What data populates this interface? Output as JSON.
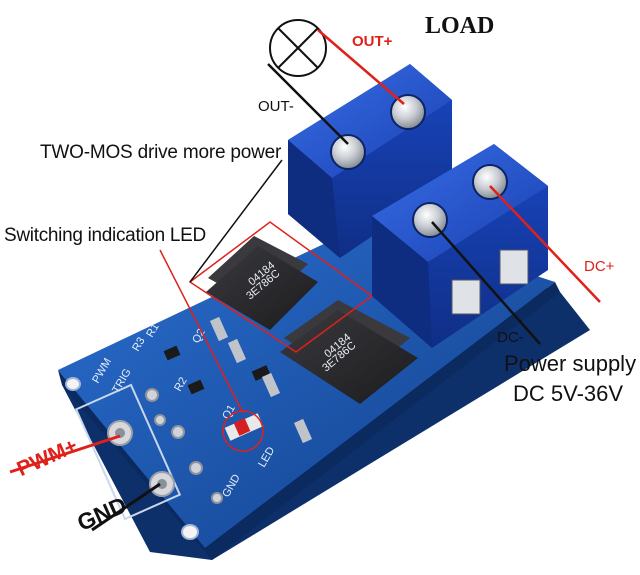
{
  "labels": {
    "load": "LOAD",
    "out_plus": "OUT+",
    "out_minus": "OUT-",
    "two_mos": "TWO-MOS drive more power",
    "switching_led": "Switching indication LED",
    "dc_plus": "DC+",
    "dc_minus": "DC-",
    "power_supply_line1": "Power supply",
    "power_supply_line2": "DC 5V-36V",
    "pwm_plus": "PWM+",
    "gnd": "GND"
  },
  "silkscreen": {
    "trig": "TRIG",
    "pwm": "PWM",
    "r1": "R1",
    "r2": "R2",
    "r3": "R3",
    "q1": "Q1",
    "q2": "Q2",
    "gnd": "GND",
    "led": "LED",
    "mosfet_code_1a": "04184",
    "mosfet_code_1b": "3E786C",
    "mosfet_code_2a": "04184",
    "mosfet_code_2b": "3E786C"
  },
  "colors": {
    "pcb": "#1f5fb8",
    "terminal": "#1c4fc4",
    "annotation_red": "#e0201b",
    "annotation_black": "#111111",
    "mosfet": "#2b2b2e"
  }
}
